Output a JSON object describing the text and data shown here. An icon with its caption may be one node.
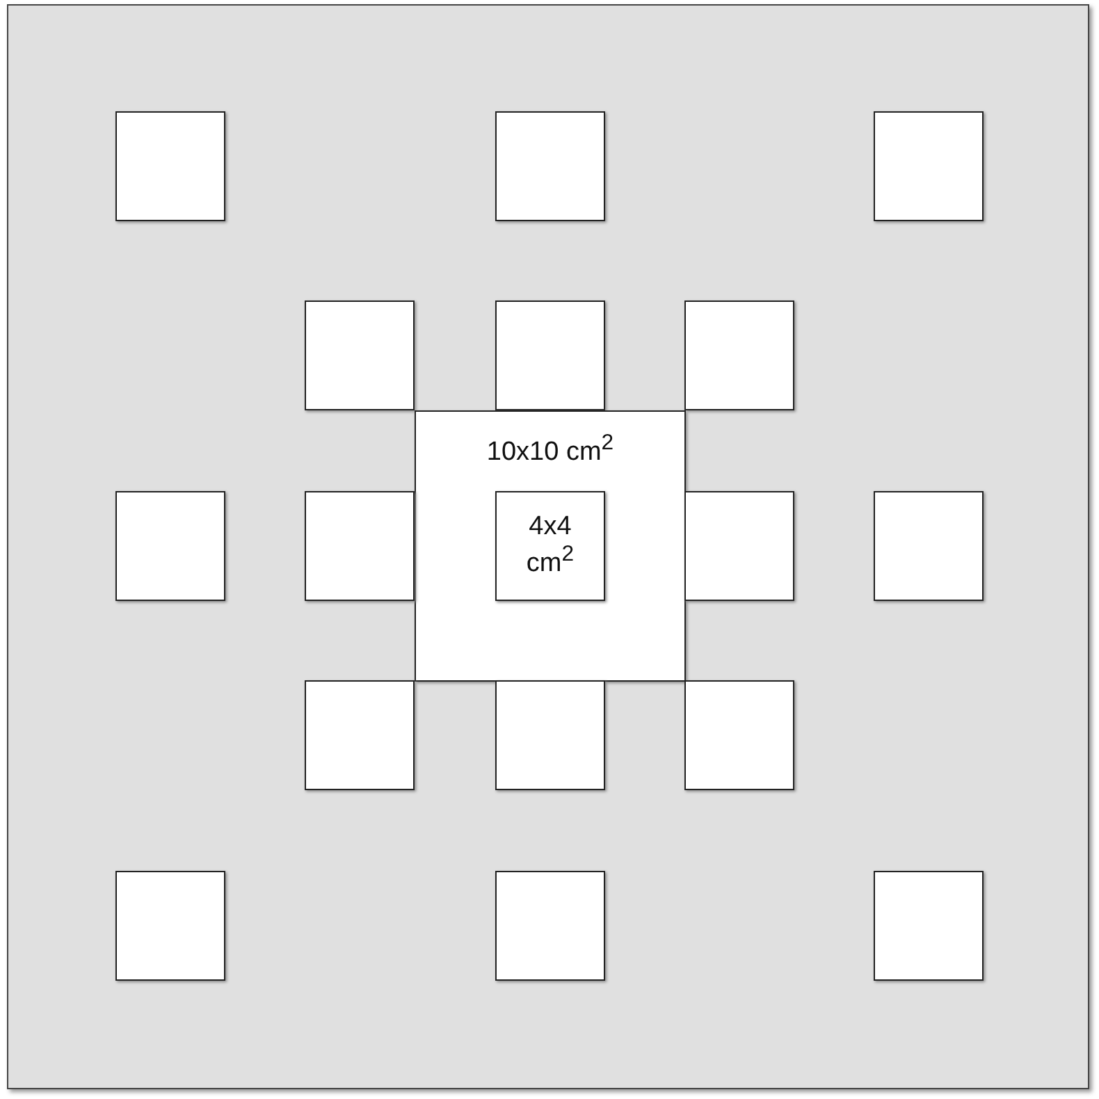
{
  "diagram": {
    "nodes": [
      {
        "text": [],
        "shape": "box"
      },
      {
        "text": [],
        "shape": "box"
      },
      {
        "text": [],
        "shape": "box"
      },
      {
        "text": [],
        "shape": "box"
      },
      {
        "text": [],
        "shape": "box"
      },
      {
        "text": [],
        "shape": "box"
      },
      {
        "text": [
          "10x10 cm$^{2}$"
        ]
      },
      {
        "text": [
          "4x4 cm$^{2}$"
        ],
        "in": 6
      },
      {
        "text": [],
        "shape": "box"
      },
      {
        "text": [],
        "shape": "box"
      },
      {
        "text": [],
        "shape": "box"
      },
      {
        "text": [],
        "shape": "box"
      },
      {
        "text": [],
        "shape": "box"
      },
      {
        "text": [],
        "shape": "box"
      },
      {
        "text": [],
        "shape": "box"
      },
      {
        "text": [],
        "shape": "box"
      },
      {
        "text": [],
        "shape": "box"
      },
      {
        "text": [],
        "shape": "box"
      }
    ]
  }
}
